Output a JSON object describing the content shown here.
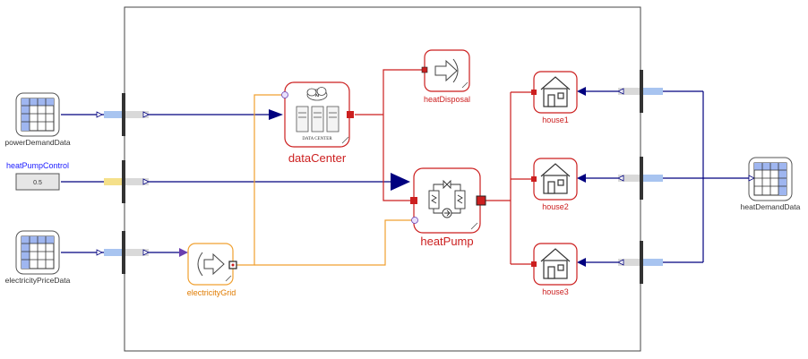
{
  "components": {
    "power_demand_data": "powerDemandData",
    "heat_pump_control": "heatPumpControl",
    "heat_pump_control_value": "0.5",
    "electricity_price_data": "electricityPriceData",
    "data_center": "dataCenter",
    "data_center_icon_text": "DATA CENTER",
    "data_center_cloud_text": "AI",
    "heat_disposal": "heatDisposal",
    "heat_pump": "heatPump",
    "electricity_grid": "electricityGrid",
    "house1": "house1",
    "house2": "house2",
    "house3": "house3",
    "heat_demand_data": "heatDemandData"
  },
  "colors": {
    "thermal": "#cc1f1f",
    "electrical": "#f0a030",
    "signal": "#00007f",
    "bus": "#333333",
    "table_blue": "#9fb6f0",
    "bus_blue": "#a8c4f0",
    "bus_yellow": "#f5e08a"
  },
  "icons": {
    "table": "table-icon",
    "house": "house-icon",
    "arrow": "flow-arrow-icon",
    "server": "server-rack-icon",
    "heat_exchanger": "heat-exchanger-icon"
  }
}
